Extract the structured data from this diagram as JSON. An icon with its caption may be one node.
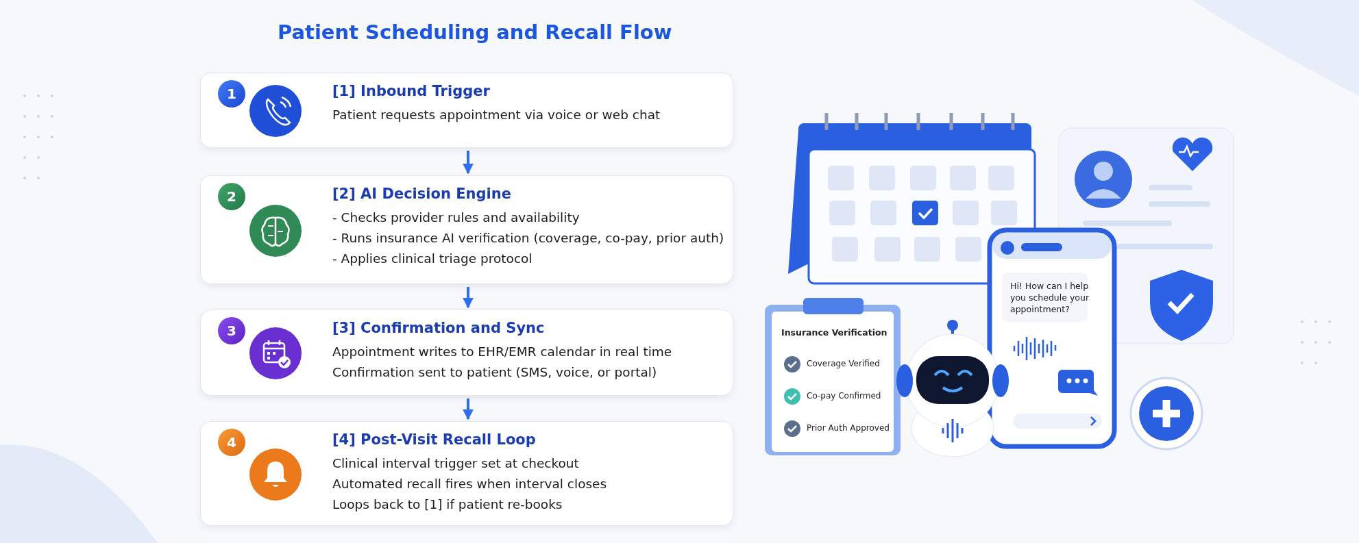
{
  "diagram": {
    "title": "Patient Scheduling and Recall Flow",
    "nodes": [
      {
        "text": [
          "1",
          "[1] Inbound Trigger",
          "Patient requests appointment via voice or web chat"
        ]
      },
      {
        "text": [
          "2",
          "[2] AI Decision Engine",
          "- Checks provider rules and availability",
          "- Runs insurance AI verification (coverage, co-pay, prior auth)",
          "- Applies clinical triage protocol"
        ]
      },
      {
        "text": [
          "3",
          "[3] Confirmation and Sync",
          "Appointment writes to EHR/EMR calendar in real time",
          "Confirmation sent to patient (SMS, voice, or portal)"
        ]
      },
      {
        "text": [
          "4",
          "[4] Post-Visit Recall Loop",
          "Clinical interval trigger set at checkout",
          "Automated recall fires when interval closes",
          "Loops back to [1] if patient re-books"
        ]
      }
    ],
    "edges": [
      {
        "from": 0,
        "to": 1,
        "arrow": "to"
      },
      {
        "from": 1,
        "to": 2,
        "arrow": "to"
      },
      {
        "from": 2,
        "to": 3,
        "arrow": "to"
      }
    ],
    "labels": [
      "Hi! How can I help you schedule your appointment?",
      "Insurance Verification",
      "Coverage Verified",
      "Co-pay Confirmed",
      "Prior Auth Approved"
    ]
  }
}
